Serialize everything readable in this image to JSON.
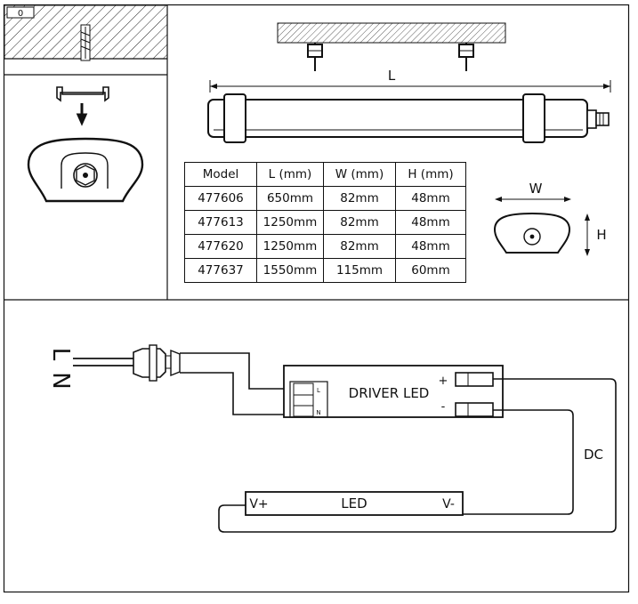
{
  "ceiling_panel": {
    "tag": "0"
  },
  "dimensions": {
    "length_label": "L",
    "width_label": "W",
    "height_label": "H"
  },
  "spec_table": {
    "headers": [
      "Model",
      "L (mm)",
      "W (mm)",
      "H (mm)"
    ],
    "rows": [
      [
        "477606",
        "650mm",
        "82mm",
        "48mm"
      ],
      [
        "477613",
        "1250mm",
        "82mm",
        "48mm"
      ],
      [
        "477620",
        "1250mm",
        "82mm",
        "48mm"
      ],
      [
        "477637",
        "1550mm",
        "115mm",
        "60mm"
      ]
    ]
  },
  "wiring": {
    "mains_labels": [
      "L",
      "N"
    ],
    "driver_label": "DRIVER LED",
    "driver_terminals": [
      "L",
      "N"
    ],
    "plus": "+",
    "minus": "-",
    "dc_label": "DC",
    "led_label": "LED",
    "led_plus": "V+",
    "led_minus": "V-"
  }
}
